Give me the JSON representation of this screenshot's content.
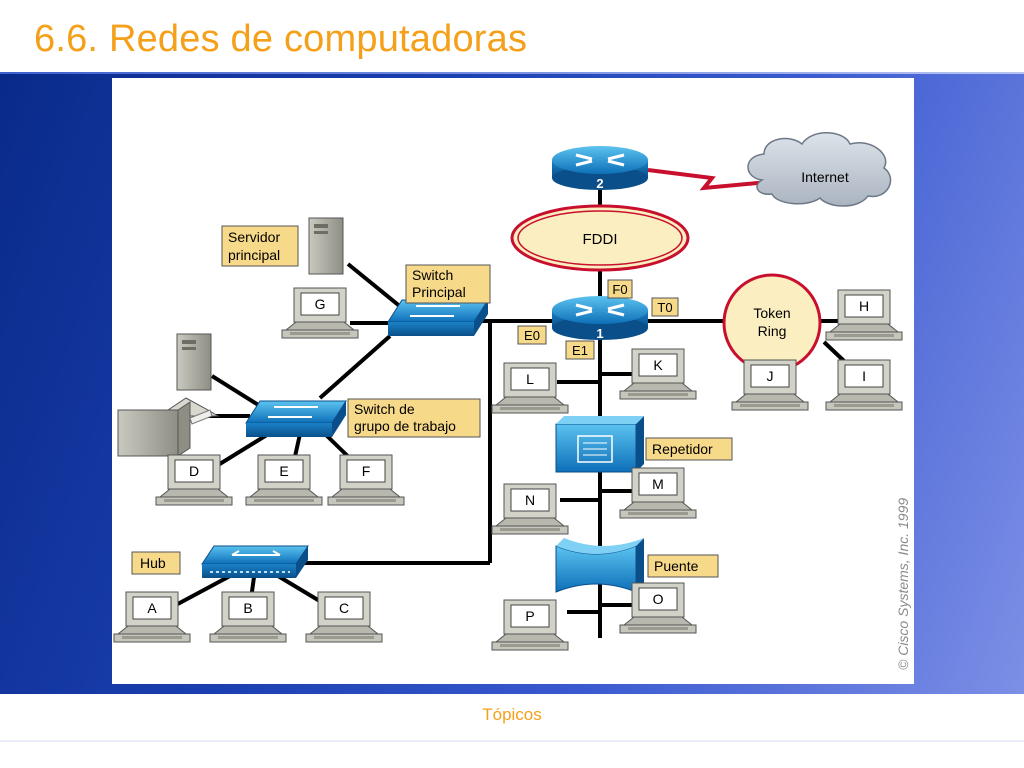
{
  "slide": {
    "title": "6.6. Redes de computadoras",
    "footer": "Tópicos"
  },
  "diagram": {
    "copyright": "© Cisco Systems, Inc. 1999",
    "routers": {
      "r2": "2",
      "r1": "1"
    },
    "cloud": "Internet",
    "fddi": "FDDI",
    "token_ring": [
      "Token",
      "Ring"
    ],
    "ports": {
      "f0": "F0",
      "t0": "T0",
      "e0": "E0",
      "e1": "E1"
    },
    "labels": {
      "servidor": [
        "Servidor",
        "principal"
      ],
      "switch_principal": [
        "Switch",
        "Principal"
      ],
      "switch_grupo": [
        "Switch de",
        "grupo de trabajo"
      ],
      "hub": "Hub",
      "repetidor": "Repetidor",
      "puente": "Puente"
    },
    "computers": {
      "g": "G",
      "d": "D",
      "e": "E",
      "f": "F",
      "a": "A",
      "b": "B",
      "c": "C",
      "l": "L",
      "k": "K",
      "n": "N",
      "m": "M",
      "p": "P",
      "o": "O",
      "h": "H",
      "j": "J",
      "i": "I"
    },
    "colors": {
      "device_blue": "#1a8fd6",
      "label_bg": "#f7d98a",
      "ring_red": "#c8102e",
      "wan_red": "#c8102e"
    }
  }
}
